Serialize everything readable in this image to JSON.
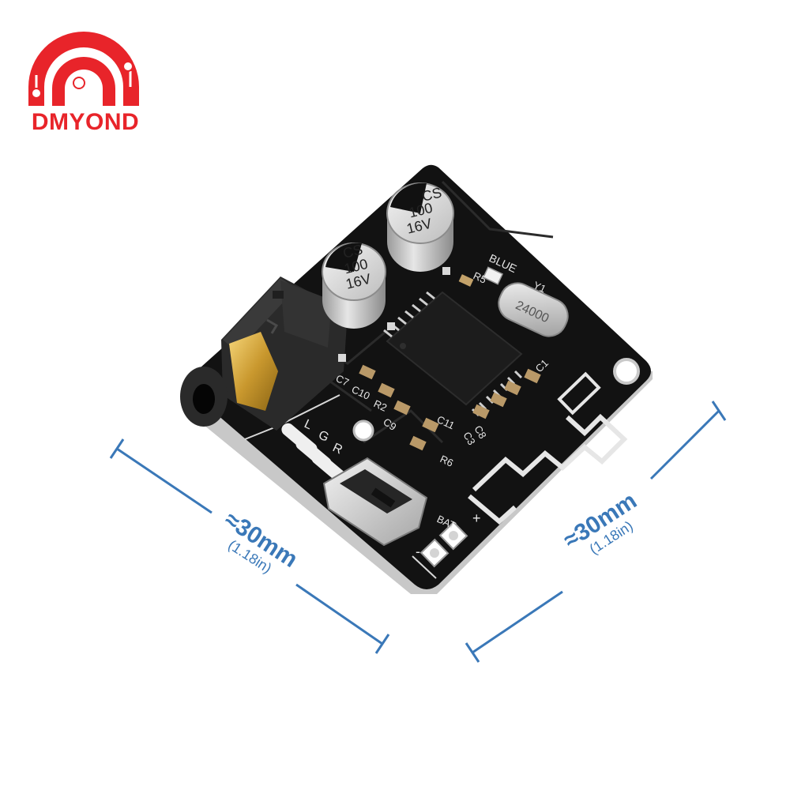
{
  "brand": {
    "name": "DMYOND",
    "color": "#e8242a"
  },
  "dimensions": {
    "width": {
      "approx": "≈30mm",
      "inches": "(1.18in)"
    },
    "depth": {
      "approx": "≈30mm",
      "inches": "(1.18in)"
    },
    "line_color": "#3a78b8"
  },
  "board": {
    "capacitor_1": {
      "line1": "CS",
      "line2": "100",
      "line3": "16V"
    },
    "capacitor_2": {
      "line1": "CS",
      "line2": "100",
      "line3": "16V"
    },
    "crystal_marking": "24000",
    "silkscreen": {
      "blue": "BLUE",
      "r5": "R5",
      "y1": "Y1",
      "c1": "C1",
      "c7": "C7",
      "c10": "C10",
      "r2": "R2",
      "c9": "C9",
      "c11": "C11",
      "r6": "R6",
      "c3": "C3",
      "c8": "C8",
      "audio_l": "L",
      "audio_g": "G",
      "audio_r": "R",
      "bat": "BAT",
      "plus": "+",
      "minus": "-"
    }
  }
}
